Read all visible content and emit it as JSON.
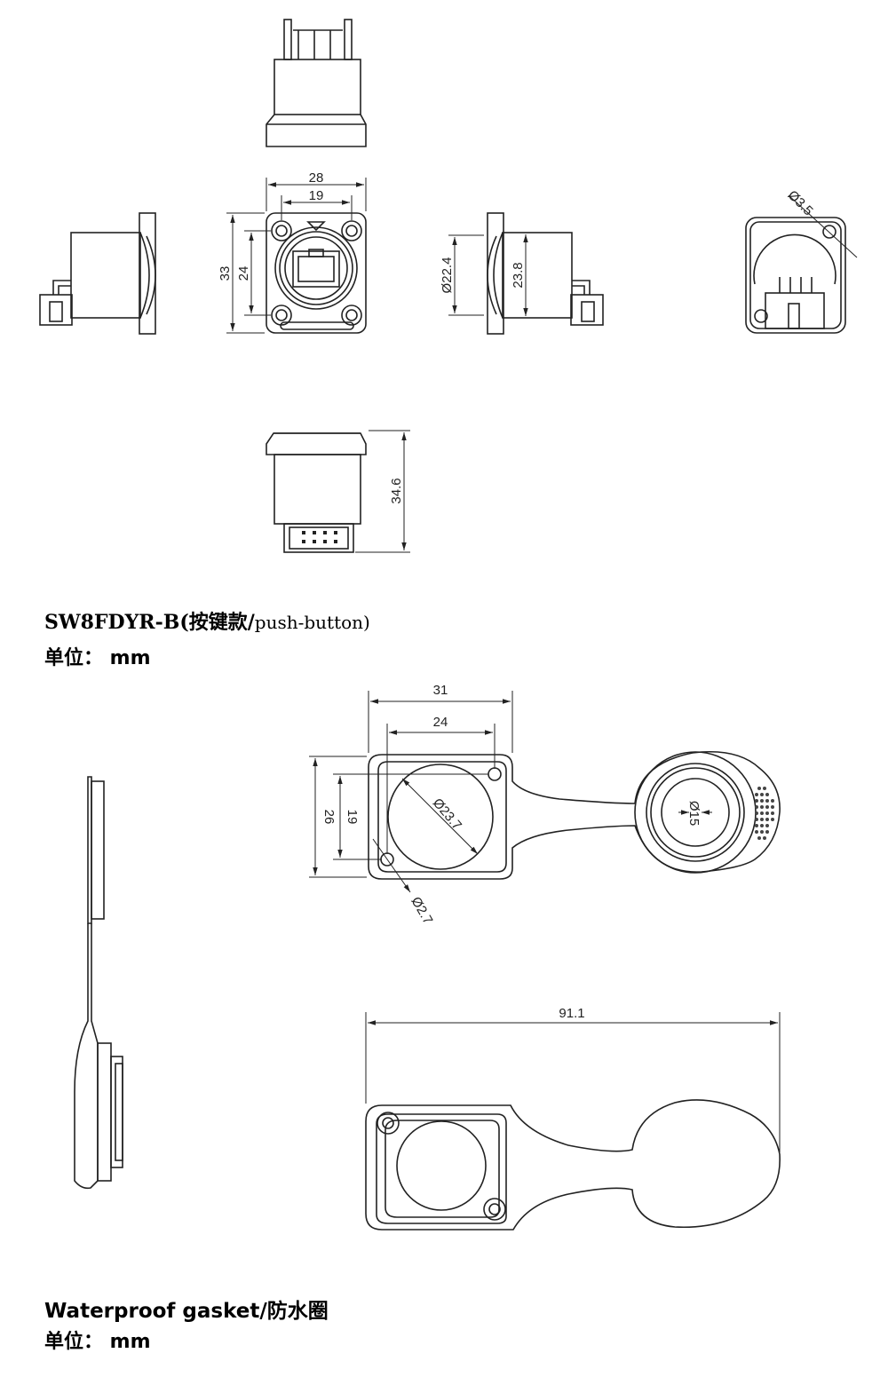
{
  "section1": {
    "title_main": "SW8FDYR-B(按键款/",
    "title_sub": "push-button)",
    "unit": "单位：  mm",
    "dims": {
      "width_outer": "28",
      "width_inner": "19",
      "height_outer": "33",
      "height_inner": "24",
      "dia_outer": "Ø22.4",
      "dia_inner": "23.8",
      "hole": "Ø3.5",
      "length": "34.6"
    }
  },
  "section2": {
    "title": "Waterproof gasket/防水圈",
    "unit": "单位：  mm",
    "dims": {
      "width_outer": "31",
      "width_inner": "24",
      "height_outer": "26",
      "height_inner": "19",
      "dia_opening": "Ø23.7",
      "hole": "Ø2.7",
      "cap_dia": "Ø15",
      "total_length": "91.1"
    }
  }
}
